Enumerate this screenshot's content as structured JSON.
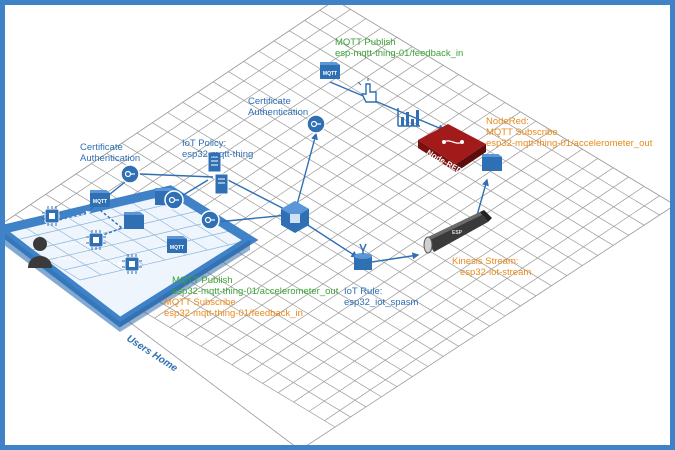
{
  "colors": {
    "frame": "#3f82c8",
    "grid": "#9a9a9a",
    "icon": "#2f6fb3",
    "green": "#3aa335",
    "orange": "#e88a1a",
    "blue": "#2f6fb3",
    "nodered": "#8c1414"
  },
  "labels": {
    "cert_auth_left": [
      "Certificate",
      "Authentication"
    ],
    "iot_policy": [
      "IoT Policy:",
      "esp32-mqtt-thing"
    ],
    "cert_auth_top": [
      "Certificate",
      "Authentication"
    ],
    "mqtt_publish_top": [
      "MQTT Publish",
      "esp-mqtt-thing-01/feedback_in"
    ],
    "nodered": [
      "NodeRed:",
      "MQTT Subscribe",
      "esp32-mqtt-thing-01/accelerometer_out"
    ],
    "kinesis": [
      "Kinesis Stream:",
      "esp32-iot-stream"
    ],
    "iot_rule": [
      "IoT Rule:",
      "esp32_iot_spasm"
    ],
    "mqtt_publish_bottom": [
      "MQTT Publish",
      "esp32-mqtt-thing-01/accelerometer_out"
    ],
    "mqtt_subscribe_bottom": [
      "MQTT Subscribe",
      "esp32-mqtt-thing-01/feedback_in"
    ],
    "users_home": "Users Home",
    "node_red_icon": "Node-RED",
    "mqtt_badge": "MQTT"
  },
  "icons": {
    "mqtt": "mqtt-broker-icon",
    "certificate": "certificate-icon",
    "policy": "iot-policy-icon",
    "iot_core": "iot-core-icon",
    "iot_rule": "iot-rule-icon",
    "kinesis": "kinesis-stream-icon",
    "chip": "esp32-chip-icon",
    "user": "user-icon",
    "pointer": "hand-pointer-icon",
    "chart": "bar-chart-icon",
    "node_red": "node-red-icon"
  }
}
